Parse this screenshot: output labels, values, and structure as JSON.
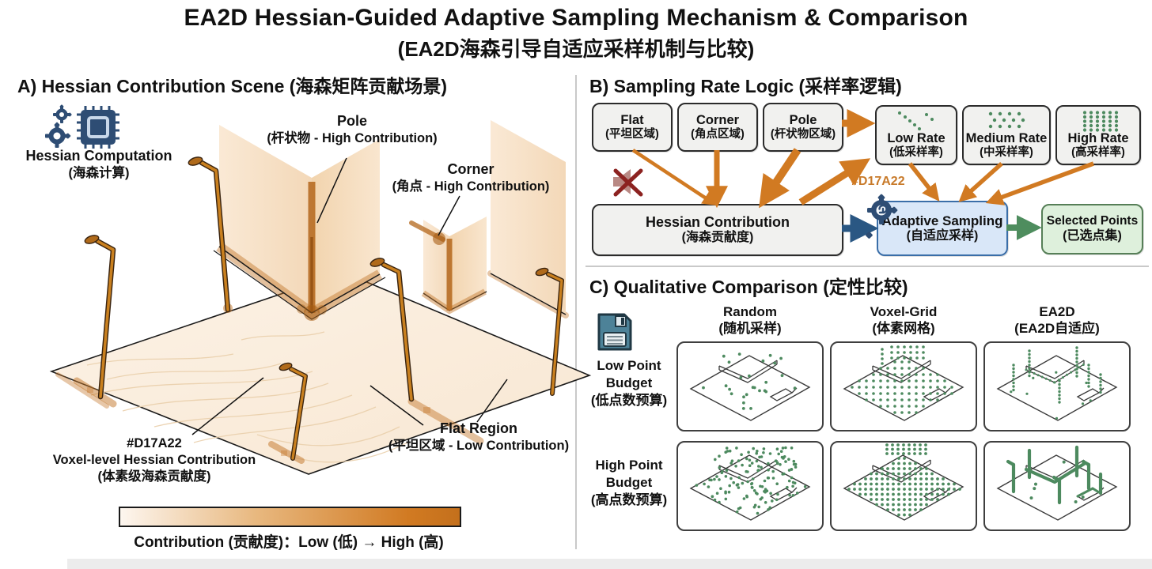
{
  "title": {
    "line1": "EA2D Hessian-Guided Adaptive Sampling Mechanism & Comparison",
    "line2": "(EA2D海森引导自适应采样机制与比较)"
  },
  "panelA": {
    "heading": "A) Hessian Contribution Scene (海森矩阵贡献场景)",
    "hessian_computation": {
      "line1": "Hessian Computation",
      "line2": "(海森计算)"
    },
    "pole_label": {
      "line1": "Pole",
      "line2": "(杆状物 - High Contribution)"
    },
    "corner_label": {
      "line1": "Corner",
      "line2": "(角点 - High Contribution)"
    },
    "voxel_label": {
      "line1": "#D17A22",
      "line2": "Voxel-level Hessian Contribution",
      "line3": "(体素级海森贡献度)"
    },
    "flat_label": {
      "line1": "Flat Region",
      "line2": "(平坦区域 - Low Contribution)"
    },
    "colorbar_caption": "Contribution (贡献度)：Low (低) → High (高)",
    "colorbar": {
      "low_color": "#FDF6EF",
      "high_color": "#C4701C"
    }
  },
  "panelB": {
    "heading": "B) Sampling Rate Logic (采样率逻辑)",
    "boxes": {
      "flat": {
        "line1": "Flat",
        "line2": "(平坦区域)"
      },
      "corner": {
        "line1": "Corner",
        "line2": "(角点区域)"
      },
      "pole": {
        "line1": "Pole",
        "line2": "(杆状物区域)"
      },
      "low_rate": {
        "line1": "Low Rate",
        "line2": "(低采样率)"
      },
      "medium_rate": {
        "line1": "Medium Rate",
        "line2": "(中采样率)"
      },
      "high_rate": {
        "line1": "High Rate",
        "line2": "(高采样率)"
      },
      "hessian": {
        "line1": "Hessian Contribution",
        "line2": "(海森贡献度)"
      },
      "adaptive": {
        "line1": "Adaptive Sampling",
        "line2": "(自适应采样)"
      },
      "selected": {
        "line1": "Selected Points",
        "line2": "(已选点集)"
      }
    },
    "hex_label": "#D17A22",
    "colors": {
      "arrow_orange": "#D17A22",
      "arrow_blue": "#2A5783",
      "arrow_green": "#4E8D5E"
    }
  },
  "panelC": {
    "heading": "C) Qualitative Comparison (定性比较)",
    "columns": [
      {
        "line1": "Random",
        "line2": "(随机采样)"
      },
      {
        "line1": "Voxel-Grid",
        "line2": "(体素网格)"
      },
      {
        "line1": "EA2D",
        "line2": "(EA2D自适应)"
      }
    ],
    "rows": [
      {
        "line1": "Low Point",
        "line2": "Budget",
        "line3": "(低点数预算)"
      },
      {
        "line1": "High Point",
        "line2": "Budget",
        "line3": "(高点数预算)"
      }
    ],
    "dot_color": "#4D8A5F"
  }
}
